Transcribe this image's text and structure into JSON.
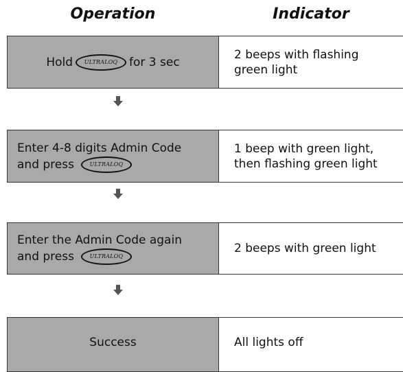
{
  "headers": {
    "operation": "Operation",
    "indicator": "Indicator"
  },
  "button_label": "ULTRALOQ",
  "steps": [
    {
      "operation": {
        "before": "Hold",
        "after": "for 3 sec"
      },
      "indicator": [
        "2 beeps with flashing",
        "green light"
      ]
    },
    {
      "operation": {
        "line1": "Enter 4-8 digits Admin Code",
        "line2": "and press"
      },
      "indicator": [
        "1 beep with green light,",
        "then flashing green light"
      ]
    },
    {
      "operation": {
        "line1": "Enter the Admin Code again",
        "line2": "and press"
      },
      "indicator": [
        "2 beeps with green light"
      ]
    },
    {
      "operation": {
        "text": "Success"
      },
      "indicator": [
        "All lights off"
      ]
    }
  ],
  "arrow_icon": "down-arrow-icon",
  "colors": {
    "operation_bg": "#a9a9a9",
    "indicator_bg": "#ffffff",
    "border": "#333333"
  }
}
